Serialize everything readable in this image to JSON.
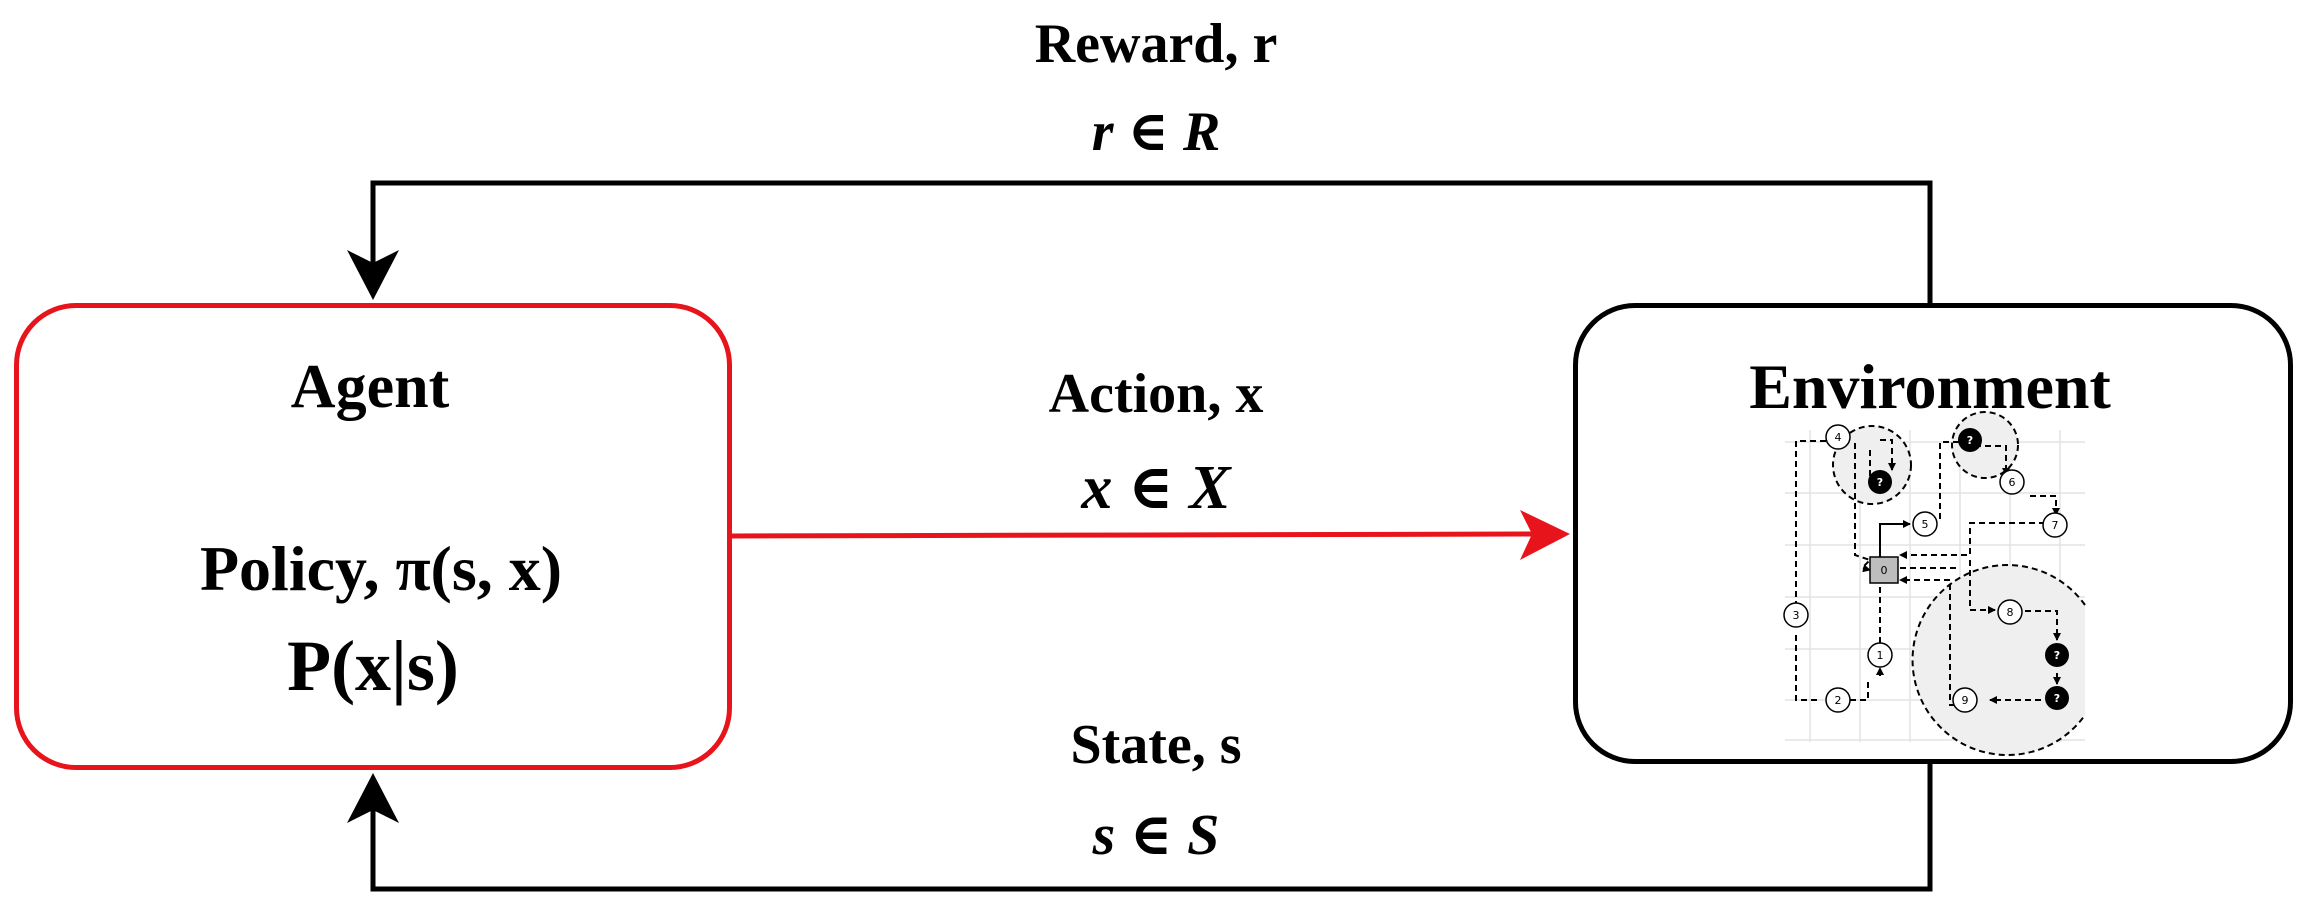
{
  "reward": {
    "label": "Reward, r",
    "math": "r ∈ R"
  },
  "action": {
    "label": "Action, x",
    "math": "x ∈ X"
  },
  "state": {
    "label": "State, s",
    "math": "s ∈ S"
  },
  "agent": {
    "title": "Agent",
    "policy": "Policy, π(s, x)",
    "probability": "P(x|s)"
  },
  "environment": {
    "title": "Environment",
    "graph_nodes": [
      "0",
      "1",
      "2",
      "3",
      "4",
      "5",
      "6",
      "7",
      "8",
      "9",
      "?",
      "?",
      "?",
      "?"
    ]
  },
  "colors": {
    "agent_border": "#e8141b",
    "action_arrow": "#e8141b",
    "lines": "#000000"
  }
}
